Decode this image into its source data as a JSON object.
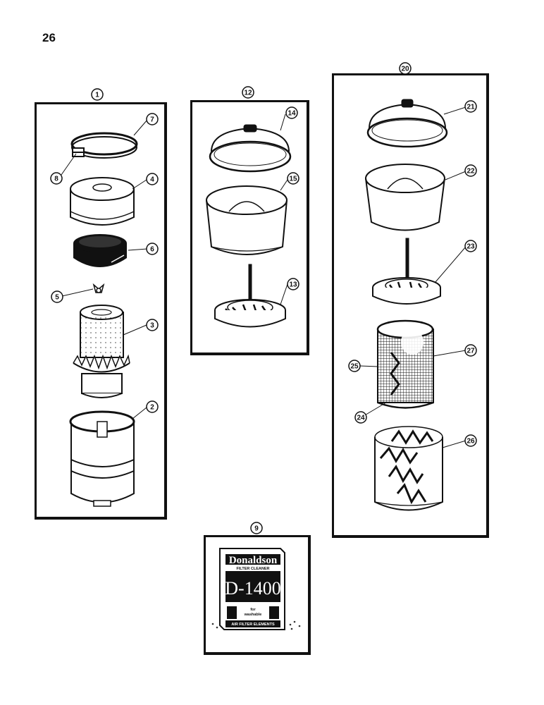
{
  "page": {
    "number": "26"
  },
  "callouts": {
    "c1": "1",
    "c2": "2",
    "c3": "3",
    "c4": "4",
    "c5": "5",
    "c6": "6",
    "c7": "7",
    "c8": "8",
    "c9": "9",
    "c12": "12",
    "c13": "13",
    "c14": "14",
    "c15": "15",
    "c20": "20",
    "c21": "21",
    "c22": "22",
    "c23": "23",
    "c24": "24",
    "c25": "25",
    "c26": "26",
    "c27": "27"
  },
  "filter_box": {
    "brand": "Donaldson",
    "subtitle": "FILTER CLEANER",
    "model": "D-1400",
    "usage_for": "for",
    "usage_note": "washable",
    "usage_bottom": "AIR FILTER ELEMENTS"
  }
}
